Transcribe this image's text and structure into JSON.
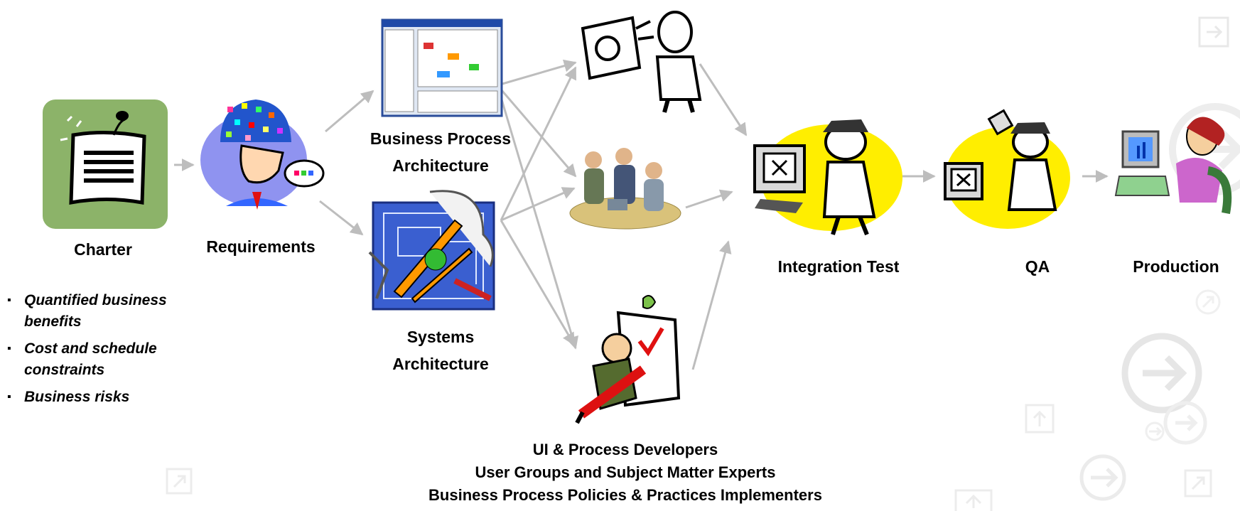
{
  "nodes": {
    "charter": "Charter",
    "requirements": "Requirements",
    "bpa": [
      "Business Process",
      "Architecture"
    ],
    "sa": [
      "Systems",
      "Architecture"
    ],
    "integration_test": "Integration Test",
    "qa": "QA",
    "production": "Production"
  },
  "charter_items": [
    "Quantified business benefits",
    "Cost and schedule constraints",
    "Business risks"
  ],
  "roles": [
    "UI & Process Developers",
    "User Groups and Subject Matter Experts",
    "Business Process Policies & Practices Implementers"
  ],
  "colors": {
    "arrow": "#bdbdbd",
    "charter_bg": "#8cb369",
    "highlight": "#ffee00",
    "head_bg": "#8f93f0"
  },
  "icons": [
    "document-icon",
    "thinking-head-icon",
    "screenshot-icon",
    "blueprint-icon",
    "computer-user-icon",
    "meeting-icon",
    "checklist-icon",
    "tester-icon",
    "qa-icon",
    "production-user-icon",
    "arrow-circle-icon",
    "box-arrow-icon"
  ]
}
